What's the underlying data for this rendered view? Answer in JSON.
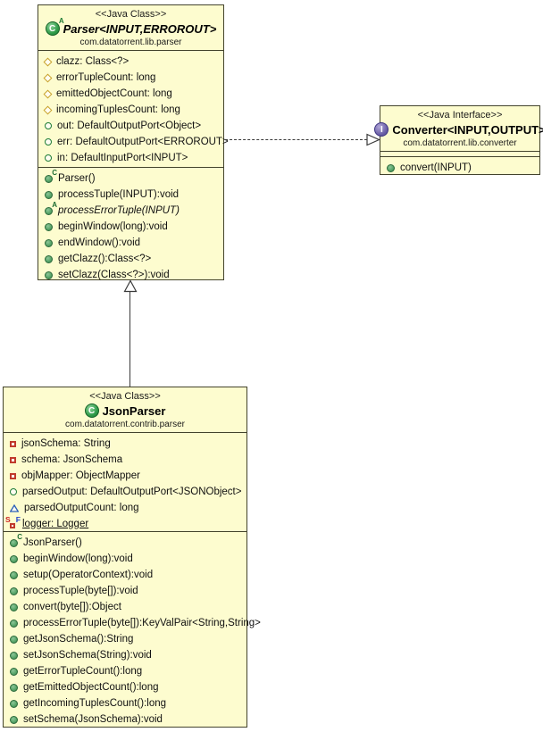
{
  "markers": {
    "constructor": "C",
    "abstract": "A",
    "static": "S",
    "final": "F"
  },
  "colors": {
    "box_fill": "#fdfccf",
    "box_border": "#43432c",
    "class_icon_green": "#2f9b48",
    "interface_icon_purple": "#6c61a8",
    "method_icon_green": "#55a366",
    "private_red": "#c03a2b",
    "protected_gold": "#c8a227",
    "public_green": "#1e7c36",
    "package_blue": "#2b5fb8",
    "static_red": "#cc2222",
    "final_blue": "#2244cc"
  },
  "parser": {
    "stereotype": "<<Java Class>>",
    "icon_letter": "C",
    "name": "Parser<INPUT,ERROROUT>",
    "package": "com.datatorrent.lib.parser",
    "fields": [
      {
        "label": "clazz: Class<?>",
        "visibility": "protected"
      },
      {
        "label": "errorTupleCount: long",
        "visibility": "protected"
      },
      {
        "label": "emittedObjectCount: long",
        "visibility": "protected"
      },
      {
        "label": "incomingTuplesCount: long",
        "visibility": "protected"
      },
      {
        "label": "out: DefaultOutputPort<Object>",
        "visibility": "public"
      },
      {
        "label": "err: DefaultOutputPort<ERROROUT>",
        "visibility": "public"
      },
      {
        "label": "in: DefaultInputPort<INPUT>",
        "visibility": "public"
      }
    ],
    "methods": [
      {
        "label": "Parser()",
        "kind": "constructor"
      },
      {
        "label": "processTuple(INPUT):void",
        "kind": "public"
      },
      {
        "label": "processErrorTuple(INPUT)",
        "kind": "abstract"
      },
      {
        "label": "beginWindow(long):void",
        "kind": "public"
      },
      {
        "label": "endWindow():void",
        "kind": "public"
      },
      {
        "label": "getClazz():Class<?>",
        "kind": "public"
      },
      {
        "label": "setClazz(Class<?>):void",
        "kind": "public"
      }
    ]
  },
  "converter": {
    "stereotype": "<<Java Interface>>",
    "icon_letter": "I",
    "name": "Converter<INPUT,OUTPUT>",
    "package": "com.datatorrent.lib.converter",
    "fields": [],
    "methods": [
      {
        "label": "convert(INPUT)",
        "kind": "public"
      }
    ]
  },
  "jsonparser": {
    "stereotype": "<<Java Class>>",
    "icon_letter": "C",
    "name": "JsonParser",
    "package": "com.datatorrent.contrib.parser",
    "fields": [
      {
        "label": "jsonSchema: String",
        "visibility": "private"
      },
      {
        "label": "schema: JsonSchema",
        "visibility": "private"
      },
      {
        "label": "objMapper: ObjectMapper",
        "visibility": "private"
      },
      {
        "label": "parsedOutput: DefaultOutputPort<JSONObject>",
        "visibility": "public"
      },
      {
        "label": "parsedOutputCount: long",
        "visibility": "package"
      },
      {
        "label": "logger: Logger",
        "visibility": "private-static-final"
      }
    ],
    "methods": [
      {
        "label": "JsonParser()",
        "kind": "constructor"
      },
      {
        "label": "beginWindow(long):void",
        "kind": "public"
      },
      {
        "label": "setup(OperatorContext):void",
        "kind": "public"
      },
      {
        "label": "processTuple(byte[]):void",
        "kind": "public"
      },
      {
        "label": "convert(byte[]):Object",
        "kind": "public"
      },
      {
        "label": "processErrorTuple(byte[]):KeyValPair<String,String>",
        "kind": "public"
      },
      {
        "label": "getJsonSchema():String",
        "kind": "public"
      },
      {
        "label": "setJsonSchema(String):void",
        "kind": "public"
      },
      {
        "label": "getErrorTupleCount():long",
        "kind": "public"
      },
      {
        "label": "getEmittedObjectCount():long",
        "kind": "public"
      },
      {
        "label": "getIncomingTuplesCount():long",
        "kind": "public"
      },
      {
        "label": "setSchema(JsonSchema):void",
        "kind": "public"
      }
    ]
  },
  "relations": [
    {
      "type": "realization",
      "from": "Parser<INPUT,ERROROUT>",
      "to": "Converter<INPUT,OUTPUT>",
      "style": "dashed-hollow-triangle"
    },
    {
      "type": "generalization",
      "from": "JsonParser",
      "to": "Parser<INPUT,ERROROUT>",
      "style": "solid-hollow-triangle"
    }
  ]
}
